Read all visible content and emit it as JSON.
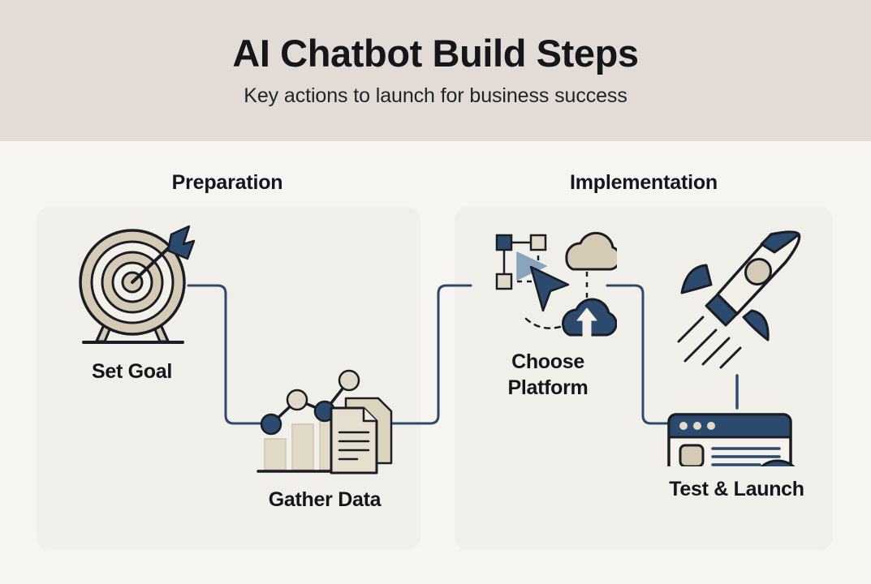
{
  "header": {
    "title": "AI Chatbot Build Steps",
    "subtitle": "Key actions to launch for business success",
    "band_color": "#e3dcd6"
  },
  "sections": [
    {
      "id": "preparation",
      "heading": "Preparation"
    },
    {
      "id": "implementation",
      "heading": "Implementation"
    }
  ],
  "steps": [
    {
      "id": "set-goal",
      "label": "Set Goal",
      "section": "preparation",
      "icon": "target-arrow-icon",
      "order": 1
    },
    {
      "id": "gather-data",
      "label": "Gather Data",
      "section": "preparation",
      "icon": "chart-documents-icon",
      "order": 2
    },
    {
      "id": "choose-platform",
      "label": "Choose\nPlatform",
      "section": "implementation",
      "icon": "cursor-cloud-icon",
      "order": 3
    },
    {
      "id": "test-launch",
      "label": "Test & Launch",
      "section": "implementation",
      "icon": "rocket-browser-check-icon",
      "order": 4
    }
  ],
  "palette": {
    "background": "#f7f5f1",
    "card": "#f1efe9",
    "navy": "#2c4a6e",
    "navy_dark": "#1d3557",
    "tan": "#d5cab6",
    "tan_light": "#e2dac9",
    "outline": "#1a1d23",
    "text": "#15161a"
  },
  "flow": {
    "description": "Set Goal connects down-right to Gather Data, which connects right to Choose Platform, which connects down-right to Test & Launch",
    "connector_color": "#2c4a6e"
  }
}
